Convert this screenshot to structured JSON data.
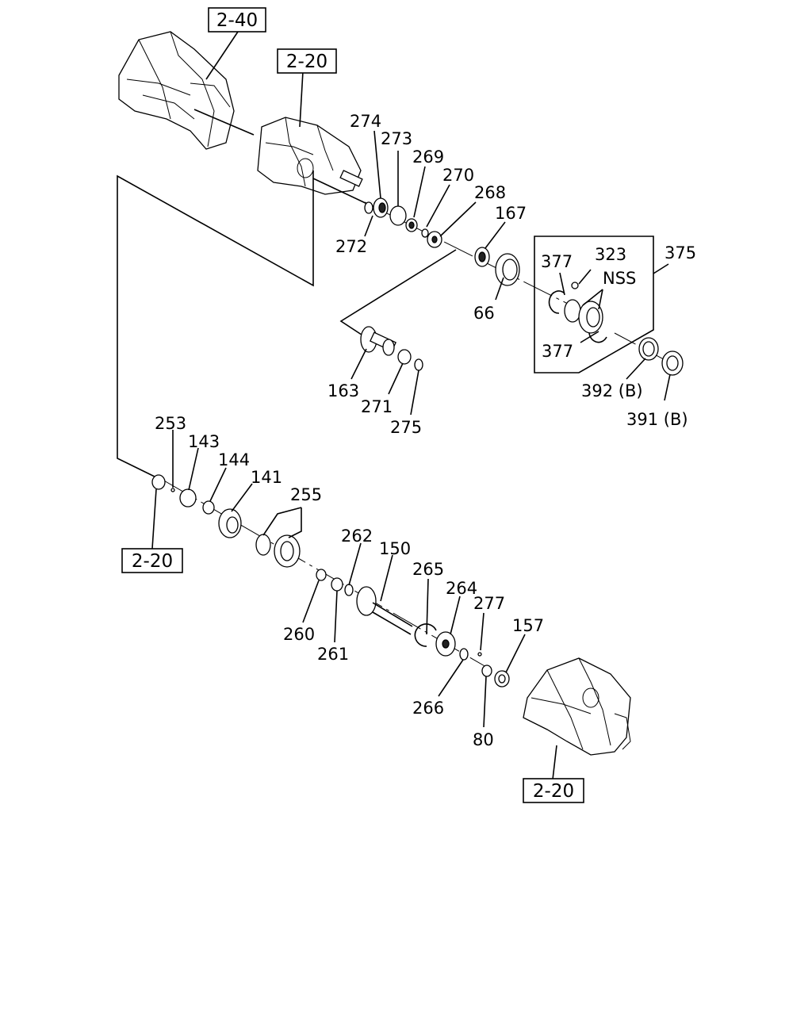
{
  "references": {
    "ref_top": "2-40",
    "ref_case_upper": "2-20",
    "ref_left": "2-20",
    "ref_bottom": "2-20"
  },
  "callouts": {
    "p274": "274",
    "p273": "273",
    "p269": "269",
    "p270": "270",
    "p268": "268",
    "p167": "167",
    "p272": "272",
    "p66": "66",
    "p377a": "377",
    "p323": "323",
    "p375": "375",
    "pNSS": "NSS",
    "p377b": "377",
    "p392": "392 (B)",
    "p391": "391 (B)",
    "p163": "163",
    "p271": "271",
    "p275": "275",
    "p253": "253",
    "p143": "143",
    "p144": "144",
    "p141": "141",
    "p255": "255",
    "p262": "262",
    "p150": "150",
    "p265": "265",
    "p264": "264",
    "p277": "277",
    "p157": "157",
    "p260": "260",
    "p261": "261",
    "p266": "266",
    "p80": "80"
  }
}
